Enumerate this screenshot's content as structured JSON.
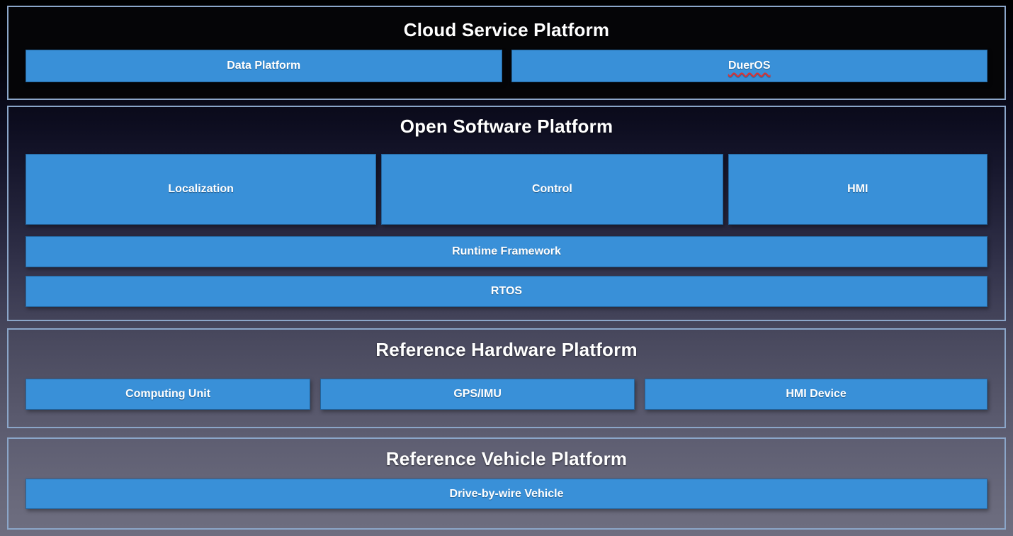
{
  "colors": {
    "box_blue": "#3990d8",
    "section_border": "#8ba6c9",
    "background_top": "#000000",
    "background_bottom": "#6e6e80",
    "label_text": "#ffffff",
    "squiggle_red": "#e03131"
  },
  "sections": [
    {
      "title": "Cloud Service Platform",
      "boxes": [
        {
          "label": "Data Platform"
        },
        {
          "label": "DuerOS",
          "spellcheck_underline": true
        }
      ]
    },
    {
      "title": "Open Software Platform",
      "modules": [
        {
          "label": "Localization"
        },
        {
          "label": "Control"
        },
        {
          "label": "HMI"
        }
      ],
      "bars": [
        {
          "label": "Runtime Framework"
        },
        {
          "label": "RTOS"
        }
      ]
    },
    {
      "title": "Reference Hardware Platform",
      "boxes": [
        {
          "label": "Computing Unit"
        },
        {
          "label": "GPS/IMU"
        },
        {
          "label": "HMI Device"
        }
      ]
    },
    {
      "title": "Reference Vehicle Platform",
      "boxes": [
        {
          "label": "Drive-by-wire Vehicle"
        }
      ]
    }
  ]
}
